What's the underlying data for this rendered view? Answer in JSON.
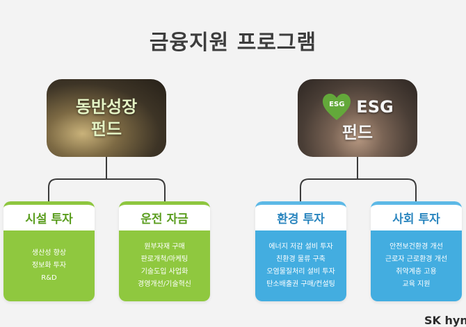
{
  "title": "금융지원 프로그램",
  "funds": [
    {
      "line1": "동반성장",
      "line2": "펀드"
    },
    {
      "badge": "ESG",
      "line1": "ESG",
      "line2": "펀드"
    }
  ],
  "cards": [
    {
      "title": "시설 투자",
      "items": [
        "생산성 향상",
        "정보화 투자",
        "R&D"
      ]
    },
    {
      "title": "운전 자금",
      "items": [
        "원부자재 구매",
        "판로개척/마케팅",
        "기술도입 사업화",
        "경영개선/기술혁신"
      ]
    },
    {
      "title": "환경 투자",
      "items": [
        "에너지 저감 설비 투자",
        "친환경 물류 구축",
        "오염물질처리 설비 투자",
        "탄소배출권 구매/컨설팅"
      ]
    },
    {
      "title": "사회 투자",
      "items": [
        "안전보건환경 개선",
        "근로자 근로환경 개선",
        "취약계층 고용",
        "교육 지원"
      ]
    }
  ],
  "brand": "SK hynix",
  "colors": {
    "green": "#8fc83f",
    "blue": "#43ade0",
    "connector": "#3b3b3b"
  }
}
